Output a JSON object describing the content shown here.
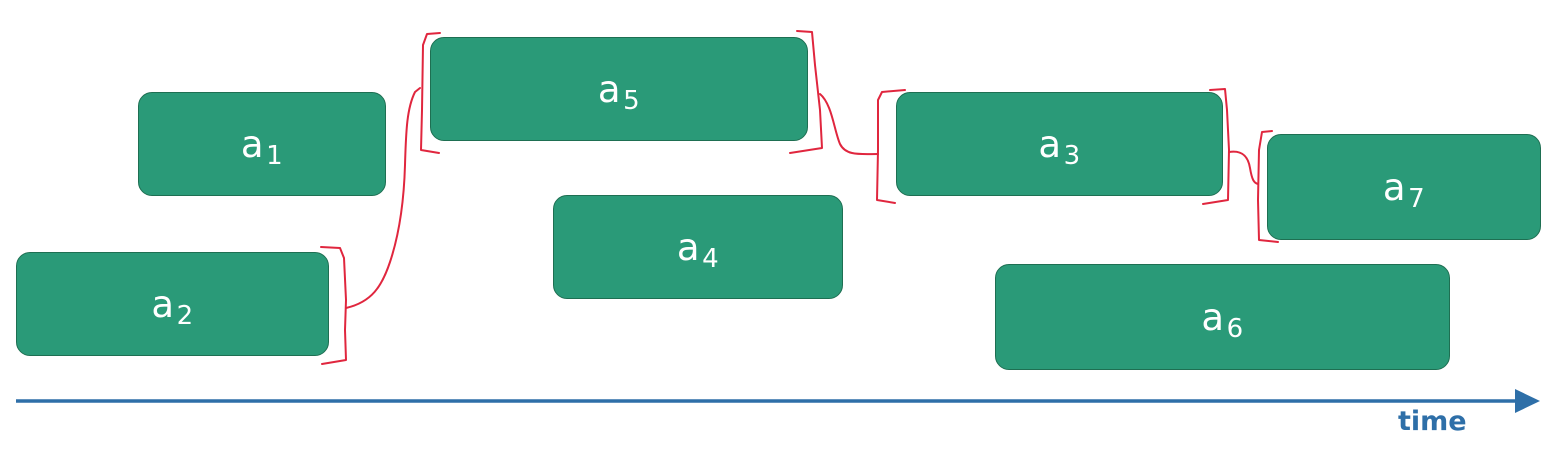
{
  "colors": {
    "box_fill": "#2a9a78",
    "box_text": "#ffffff",
    "axis": "#2e6fa8",
    "selection_marks": "#e0263e"
  },
  "activities": [
    {
      "letter": "a",
      "index": "1"
    },
    {
      "letter": "a",
      "index": "2"
    },
    {
      "letter": "a",
      "index": "3"
    },
    {
      "letter": "a",
      "index": "4"
    },
    {
      "letter": "a",
      "index": "5"
    },
    {
      "letter": "a",
      "index": "6"
    },
    {
      "letter": "a",
      "index": "7"
    }
  ],
  "axis": {
    "label": "time"
  }
}
